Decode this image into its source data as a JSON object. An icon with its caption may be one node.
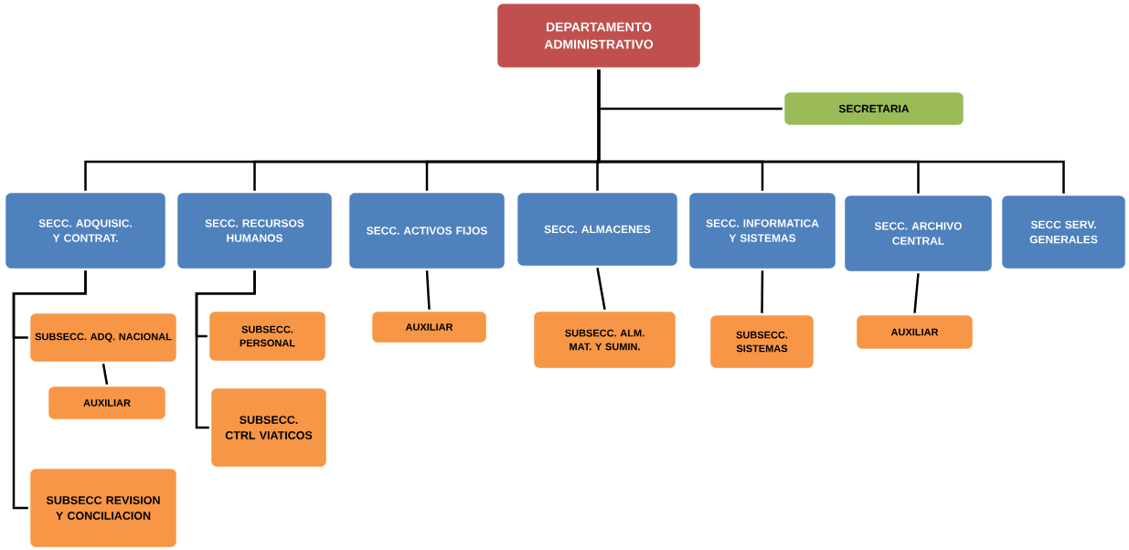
{
  "diagram": {
    "nodes": [
      {
        "text": [
          "DEPARTAMENTO ADMINISTRATIVO"
        ]
      },
      {
        "text": [
          "SECRETARIA"
        ]
      },
      {
        "text": [
          "SECC. ADQUISIC. Y CONTRAT."
        ]
      },
      {
        "text": [
          "SECC. RECURSOS HUMANOS"
        ]
      },
      {
        "text": [
          "SECC. ACTIVOS FIJOS"
        ]
      },
      {
        "text": [
          "SECC. ALMACENES"
        ]
      },
      {
        "text": [
          "SECC. INFORMATICA Y SISTEMAS"
        ]
      },
      {
        "text": [
          "SECC. ARCHIVO CENTRAL"
        ]
      },
      {
        "text": [
          "SECC SERV. GENERALES"
        ]
      },
      {
        "text": [
          "SUBSECC. ADQ. NACIONAL"
        ]
      },
      {
        "text": [
          "AUXILIAR"
        ]
      },
      {
        "text": [
          "SUBSECC REVISION Y CONCILIACION"
        ]
      },
      {
        "text": [
          "SUBSECC. PERSONAL"
        ]
      },
      {
        "text": [
          "SUBSECC. CTRL VIATICOS"
        ]
      },
      {
        "text": [
          "AUXILIAR"
        ]
      },
      {
        "text": [
          "SUBSECC. ALM. MAT. Y SUMIN."
        ]
      },
      {
        "text": [
          "SUBSECC. SISTEMAS"
        ]
      },
      {
        "text": [
          "AUXILIAR"
        ]
      }
    ],
    "edges": [
      {
        "from": 0,
        "to": 1,
        "arrow": "none"
      },
      {
        "from": 0,
        "to": 2,
        "arrow": "none"
      },
      {
        "from": 0,
        "to": 3,
        "arrow": "none"
      },
      {
        "from": 0,
        "to": 4,
        "arrow": "none"
      },
      {
        "from": 0,
        "to": 5,
        "arrow": "none"
      },
      {
        "from": 0,
        "to": 6,
        "arrow": "none"
      },
      {
        "from": 0,
        "to": 7,
        "arrow": "none"
      },
      {
        "from": 0,
        "to": 8,
        "arrow": "none"
      },
      {
        "from": 2,
        "to": 9,
        "arrow": "none"
      },
      {
        "from": 9,
        "to": 10,
        "arrow": "none"
      },
      {
        "from": 2,
        "to": 11,
        "arrow": "none"
      },
      {
        "from": 3,
        "to": 12,
        "arrow": "none"
      },
      {
        "from": 3,
        "to": 13,
        "arrow": "none"
      },
      {
        "from": 4,
        "to": 14,
        "arrow": "none"
      },
      {
        "from": 5,
        "to": 15,
        "arrow": "none"
      },
      {
        "from": 6,
        "to": 16,
        "arrow": "none"
      },
      {
        "from": 7,
        "to": 17,
        "arrow": "none"
      }
    ]
  }
}
